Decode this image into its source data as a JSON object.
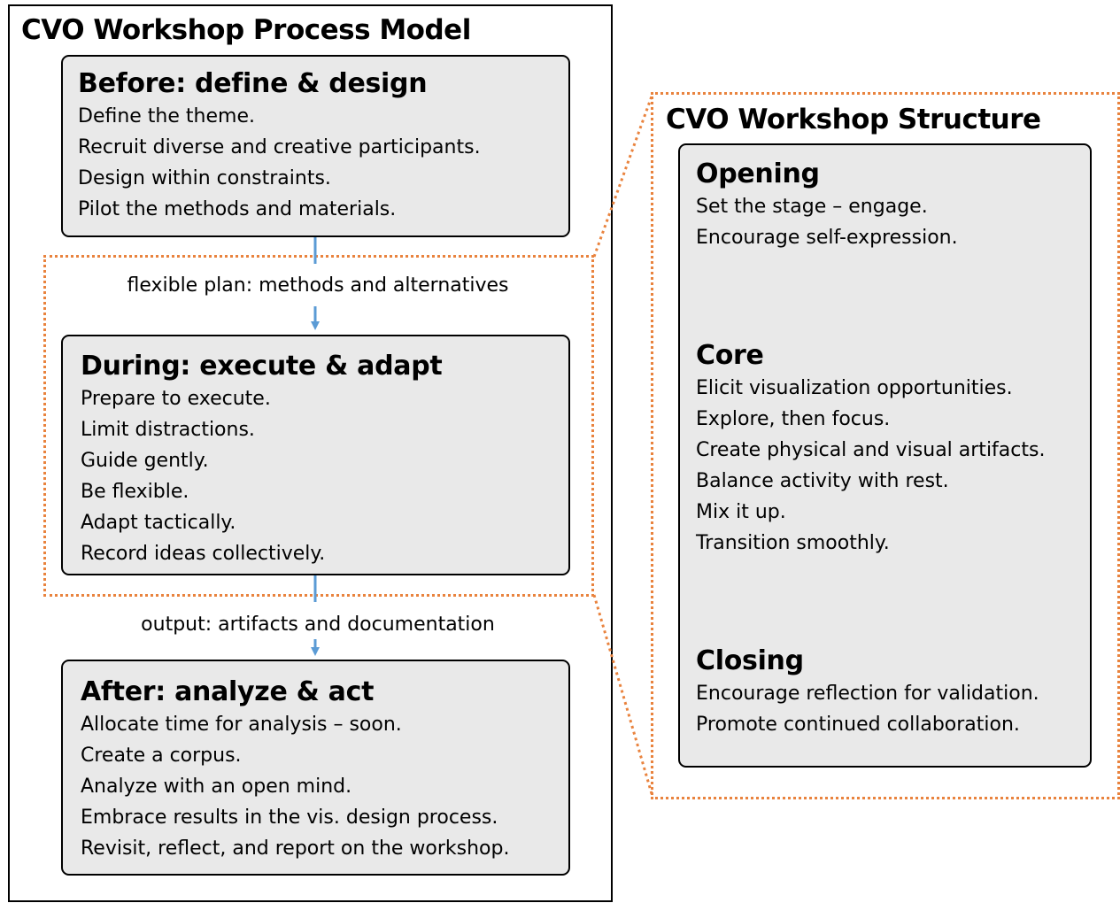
{
  "process_model": {
    "title": "CVO Workshop Process Model",
    "before": {
      "title": "Before: define & design",
      "items": [
        "Define the theme.",
        "Recruit diverse and creative participants.",
        "Design within constraints.",
        "Pilot the methods and materials."
      ]
    },
    "flexible_label": "flexible plan: methods and alternatives",
    "during": {
      "title": "During: execute & adapt",
      "items": [
        "Prepare to execute.",
        "Limit distractions.",
        "Guide gently.",
        "Be flexible.",
        "Adapt tactically.",
        "Record ideas collectively."
      ]
    },
    "output_label": "output: artifacts and documentation",
    "after": {
      "title": "After: analyze & act",
      "items": [
        "Allocate time for analysis – soon.",
        "Create a corpus.",
        "Analyze with an open mind.",
        "Embrace results in the vis. design process.",
        "Revisit, reflect, and report on the workshop."
      ]
    }
  },
  "structure": {
    "title": "CVO Workshop Structure",
    "opening": {
      "title": "Opening",
      "items": [
        "Set the stage – engage.",
        "Encourage self-expression."
      ]
    },
    "core": {
      "title": "Core",
      "items": [
        "Elicit visualization opportunities.",
        "Explore, then focus.",
        "Create physical and visual artifacts.",
        "Balance activity with rest.",
        "Mix it up.",
        "Transition smoothly."
      ]
    },
    "closing": {
      "title": "Closing",
      "items": [
        "Encourage reflection for validation.",
        "Promote continued collaboration."
      ]
    }
  },
  "colors": {
    "arrow": "#5B9BD5",
    "dotted_outline": "#E9833E",
    "box_fill": "#E9E9E9"
  }
}
